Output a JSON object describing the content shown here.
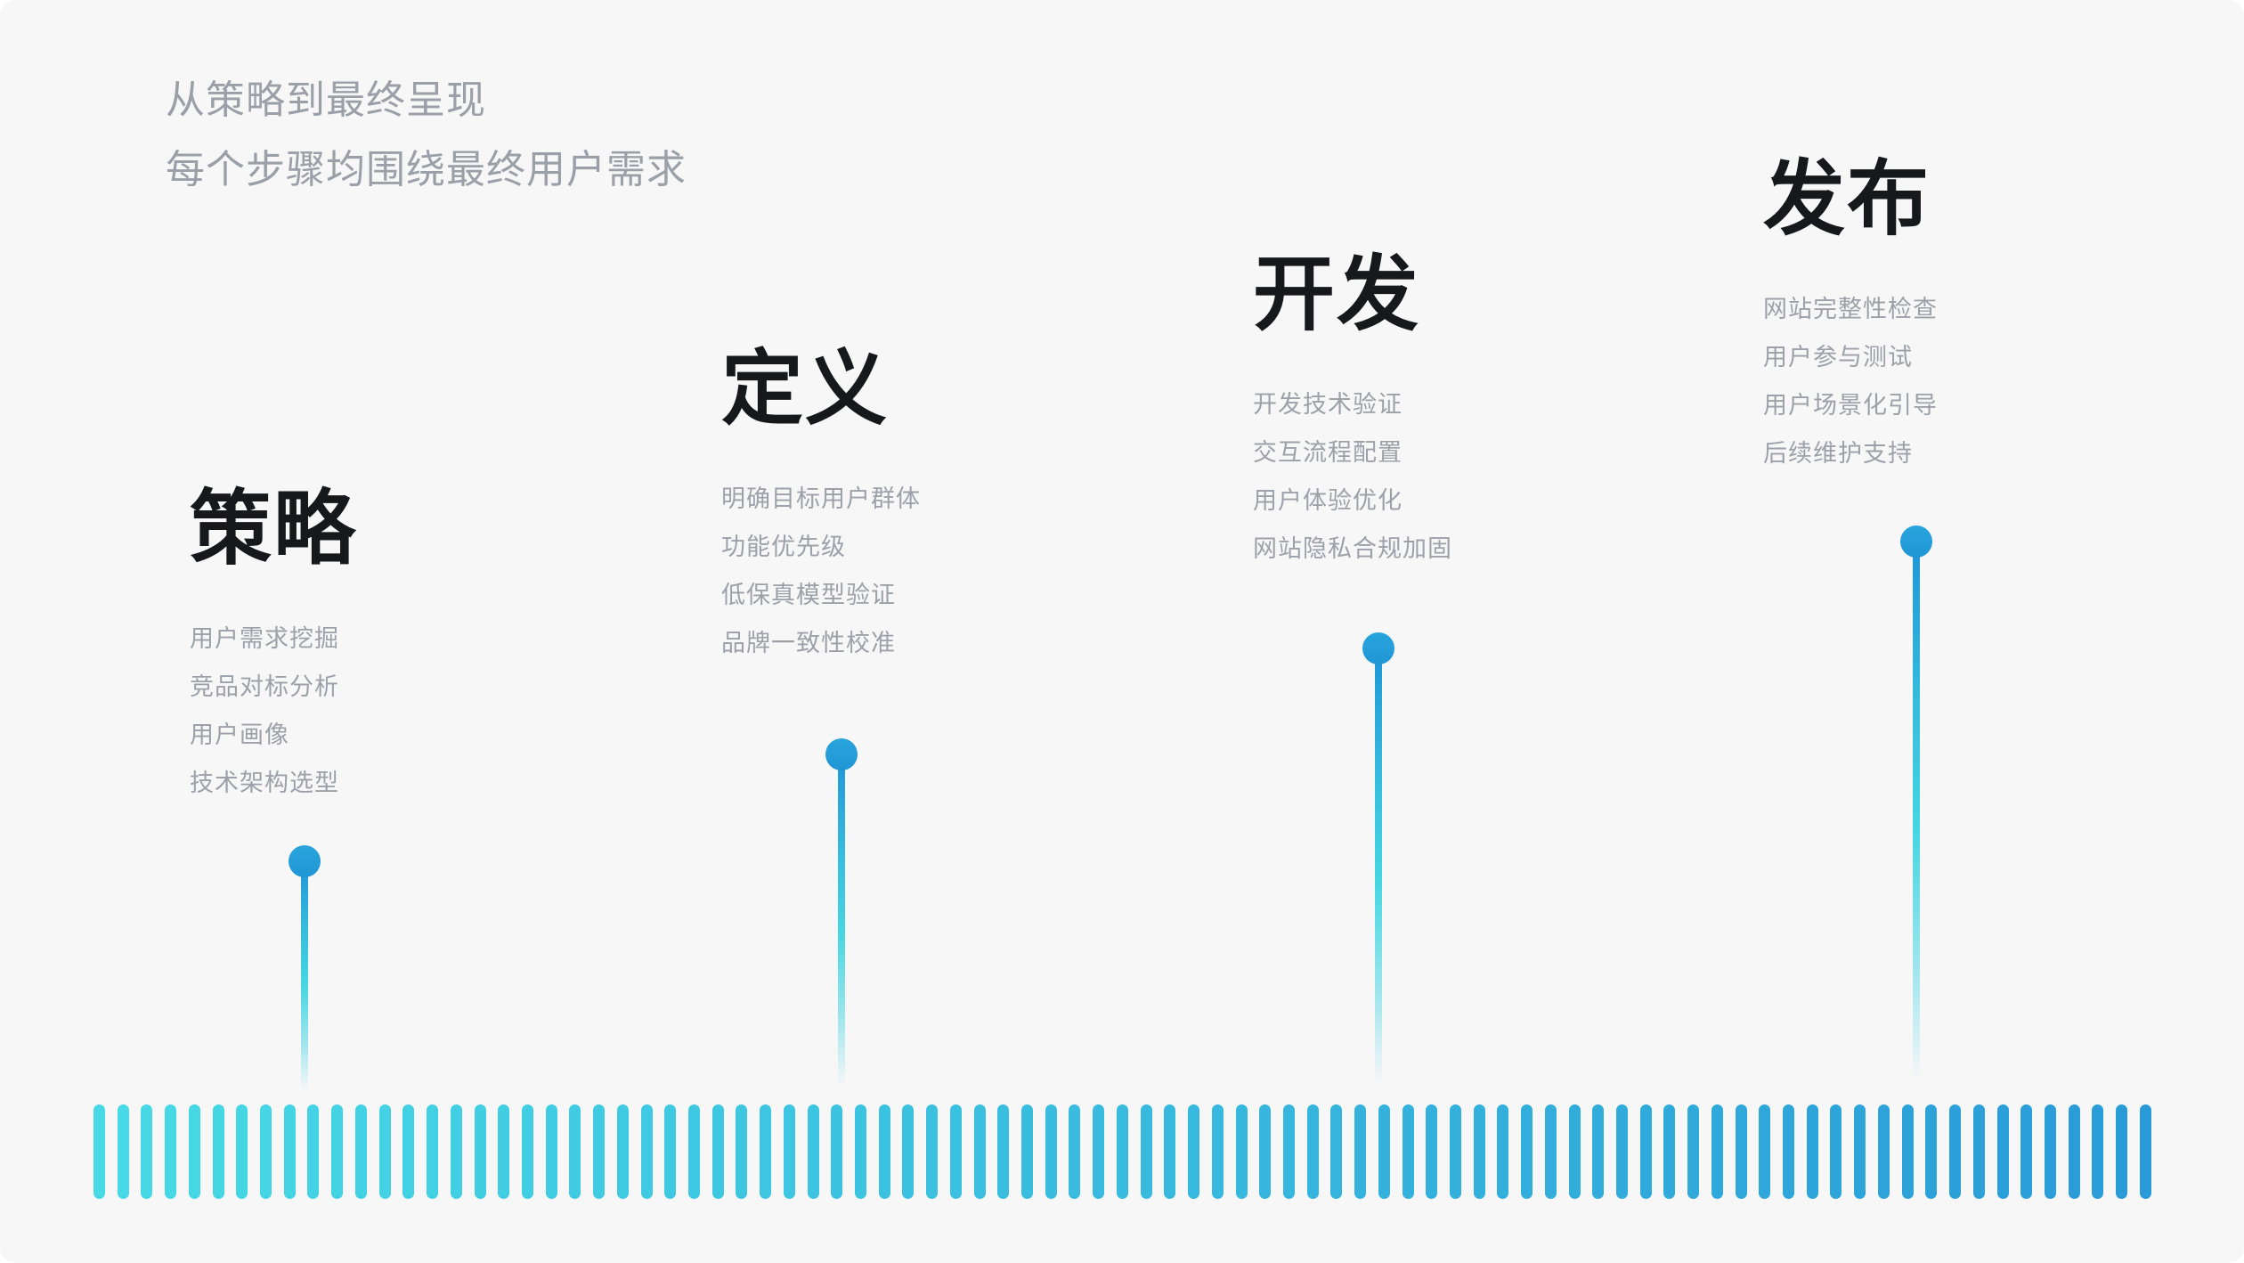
{
  "header": {
    "line1": "从策略到最终呈现",
    "line2": "每个步骤均围绕最终用户需求"
  },
  "stages": [
    {
      "title": "策略",
      "items": [
        "用户需求挖掘",
        "竞品对标分析",
        "用户画像",
        "技术架构选型"
      ]
    },
    {
      "title": "定义",
      "items": [
        "明确目标用户群体",
        "功能优先级",
        "低保真模型验证",
        "品牌一致性校准"
      ]
    },
    {
      "title": "开发",
      "items": [
        "开发技术验证",
        "交互流程配置",
        "用户体验优化",
        "网站隐私合规加固"
      ]
    },
    {
      "title": "发布",
      "items": [
        "网站完整性检查",
        "用户参与测试",
        "用户场景化引导",
        "后续维护支持"
      ]
    }
  ],
  "timeline": {
    "bar_count": 87
  },
  "colors": {
    "background": "#F7F7F8",
    "title_text": "#17181B",
    "muted_text": "#9CA1A9",
    "dot": "#2096D5",
    "stem_top": "#1E95D6",
    "stem_mid": "#45D6E2",
    "bar_gradient_start": "#47DAE5",
    "bar_gradient_end": "#299BD8"
  }
}
